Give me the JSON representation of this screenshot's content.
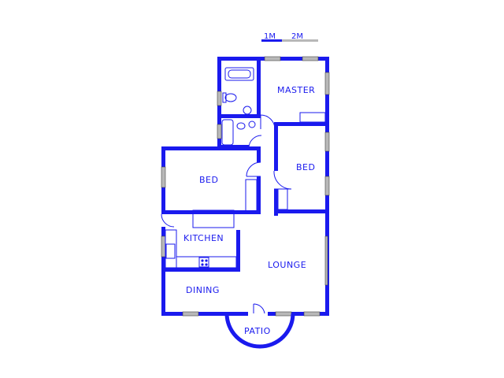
{
  "scale": {
    "label_1": "1M",
    "label_2": "2M"
  },
  "rooms": {
    "master": "MASTER",
    "bed_2": "BED",
    "bed_1": "BED",
    "kitchen": "KITCHEN",
    "lounge": "LOUNGE",
    "dining": "DINING",
    "patio": "PATIO"
  },
  "colors": {
    "wall": "#1a1aee",
    "window": "#b8b8b8",
    "background": "#ffffff"
  }
}
